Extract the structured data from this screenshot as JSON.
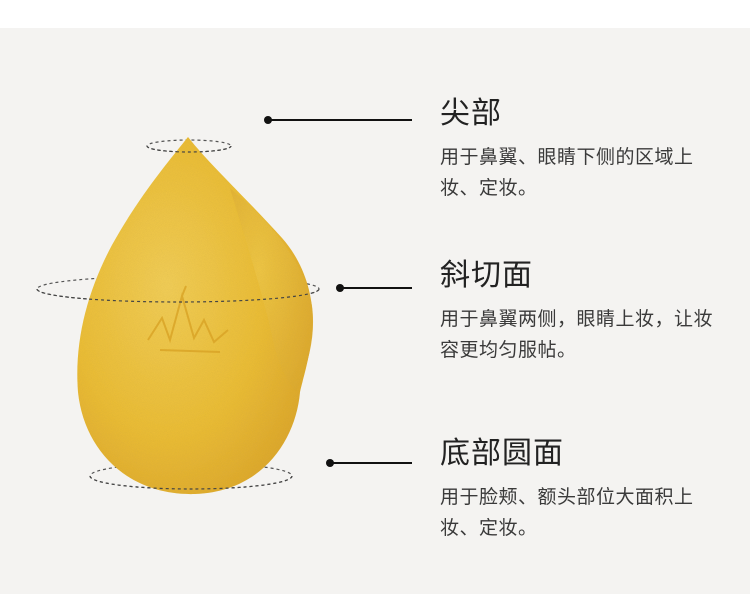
{
  "callouts": [
    {
      "title": "尖部",
      "description": "用于鼻翼、眼睛下侧的区域上妆、定妆。"
    },
    {
      "title": "斜切面",
      "description": "用于鼻翼两侧，眼睛上妆，让妆容更均匀服帖。"
    },
    {
      "title": "底部圆面",
      "description": "用于脸颊、额头部位大面积上妆、定妆。"
    }
  ],
  "colors": {
    "background": "#f4f3f1",
    "sponge": "#f2c23c",
    "sponge_shadow": "#d99e1f",
    "leader": "#111111"
  }
}
